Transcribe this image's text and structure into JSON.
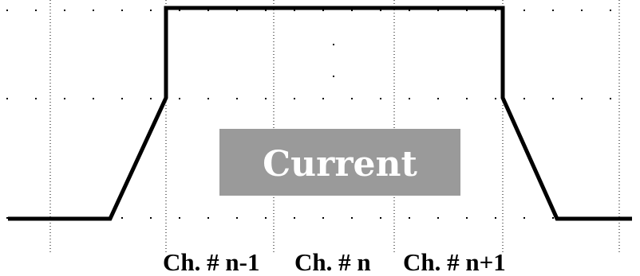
{
  "diagram": {
    "center_label": "Current",
    "channel_labels": [
      "Ch. # n-1",
      "Ch. # n",
      "Ch. # n+1"
    ]
  }
}
